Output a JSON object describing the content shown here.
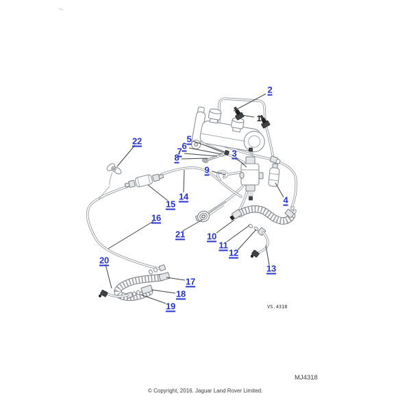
{
  "diagram": {
    "callouts": [
      {
        "num": "1"
      },
      {
        "num": "2"
      },
      {
        "num": "3"
      },
      {
        "num": "4"
      },
      {
        "num": "5"
      },
      {
        "num": "6"
      },
      {
        "num": "7"
      },
      {
        "num": "8"
      },
      {
        "num": "9"
      },
      {
        "num": "10"
      },
      {
        "num": "11"
      },
      {
        "num": "12"
      },
      {
        "num": "13"
      },
      {
        "num": "14"
      },
      {
        "num": "15"
      },
      {
        "num": "16"
      },
      {
        "num": "17"
      },
      {
        "num": "18"
      },
      {
        "num": "19"
      },
      {
        "num": "20"
      },
      {
        "num": "21"
      },
      {
        "num": "22"
      }
    ],
    "plate_code": "VS.4318",
    "figure_code": "MJ4318"
  },
  "footer": {
    "copyright": "© Copyright, 2016. Jaguar Land Rover Limited."
  },
  "colors": {
    "callout_link": "#2433cb",
    "callout_plain": "#1c1c1c",
    "line_art": "#8a9094",
    "leader": "#3c3f42",
    "background": "#ffffff"
  }
}
